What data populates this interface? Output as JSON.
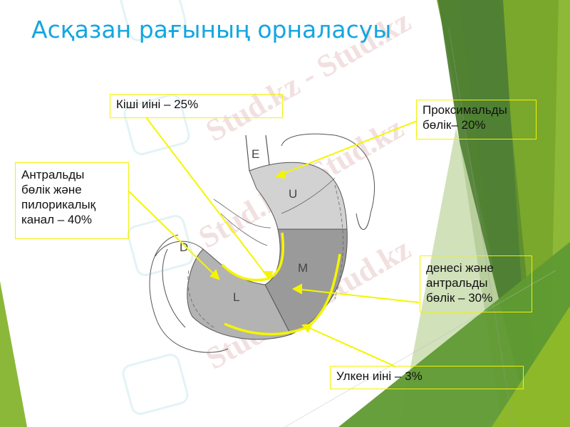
{
  "slide": {
    "title": "Асқазан рағының орналасуы",
    "theme": {
      "title_color": "#14a6e0",
      "callout_border": "#f2f200",
      "pointer_color": "#f5f500",
      "green_dark": "#4e7f33",
      "green_mid": "#6fa12e",
      "green_light": "#8db838",
      "green_pale": "#c9dcae"
    },
    "diagram": {
      "name": "stomach-regions",
      "region_labels": {
        "esophagus": "E",
        "upper": "U",
        "middle": "M",
        "lower": "L",
        "duodenum": "D"
      }
    },
    "callouts": [
      {
        "id": "lesser-curvature",
        "lines": [
          "Кіші иіні – 25%"
        ]
      },
      {
        "id": "proximal-part",
        "lines": [
          "Проксимальды",
          "бөлік– 20%"
        ]
      },
      {
        "id": "antral-pyloric",
        "lines": [
          "Антральды",
          "бөлік және",
          "пилорикалық",
          "канал – 40%"
        ]
      },
      {
        "id": "body-antral",
        "lines": [
          "денесі және",
          "антральды",
          "бөлік – 30%"
        ]
      },
      {
        "id": "greater-curvature",
        "lines": [
          "Улкен иіні – 3%"
        ]
      }
    ],
    "watermark": "Stud.kz - Stud.kz"
  }
}
